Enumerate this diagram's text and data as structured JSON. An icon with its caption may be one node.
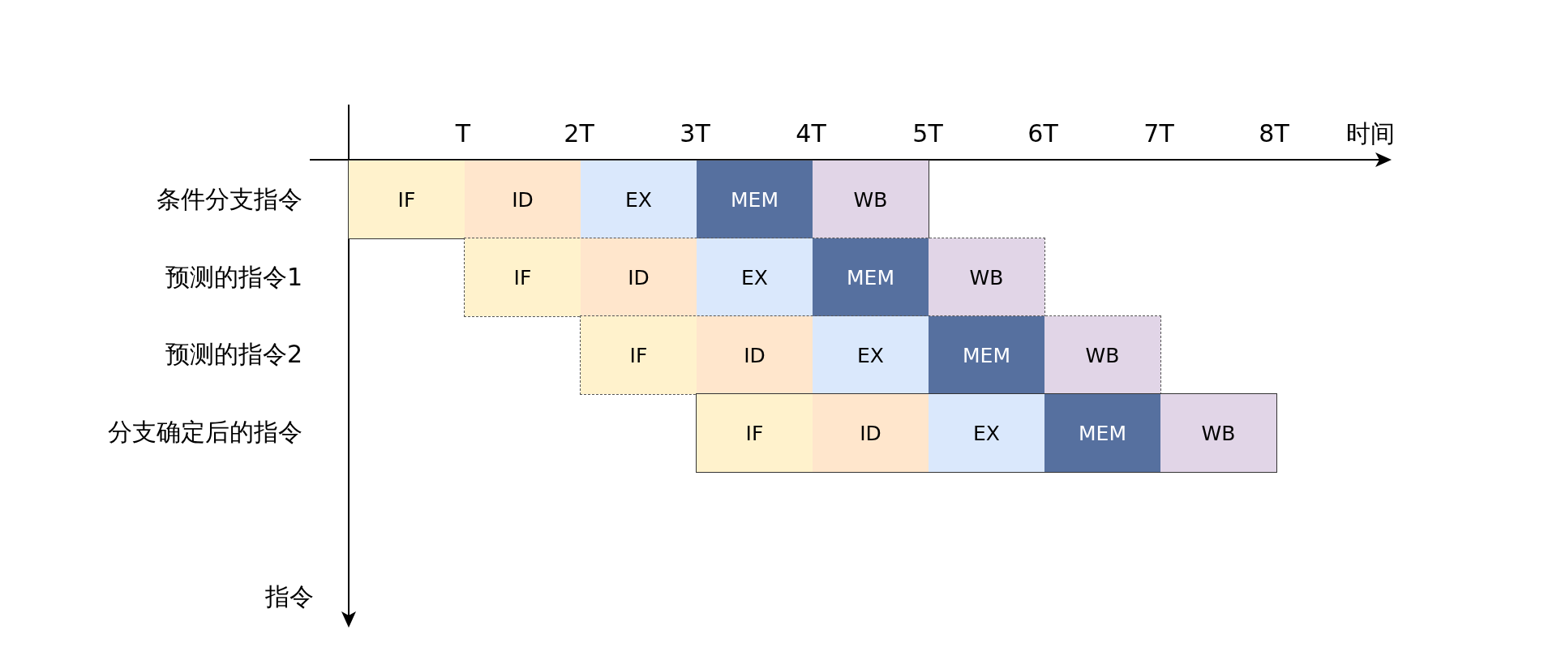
{
  "diagram": {
    "nodes": [
      {
        "text": [],
        "shape": "box"
      },
      {
        "text": [
          "IF"
        ],
        "in": 0
      },
      {
        "text": [
          "ID"
        ],
        "in": 0
      },
      {
        "text": [
          "EX"
        ],
        "in": 0
      },
      {
        "text": [
          "MEM"
        ],
        "in": 0
      },
      {
        "text": [
          "WB"
        ],
        "in": 0
      },
      {
        "text": [],
        "shape": "box"
      },
      {
        "text": [
          "IF"
        ],
        "in": 6
      },
      {
        "text": [
          "ID"
        ],
        "in": 6
      },
      {
        "text": [
          "EX"
        ],
        "in": 6
      },
      {
        "text": [
          "MEM"
        ],
        "in": 6
      },
      {
        "text": [
          "WB"
        ],
        "in": 6
      },
      {
        "text": [],
        "shape": "box"
      },
      {
        "text": [
          "IF"
        ],
        "in": 12
      },
      {
        "text": [
          "ID"
        ],
        "in": 12
      },
      {
        "text": [
          "EX"
        ],
        "in": 12
      },
      {
        "text": [
          "MEM"
        ],
        "in": 12
      },
      {
        "text": [
          "WB"
        ],
        "in": 12
      },
      {
        "text": [],
        "shape": "box"
      },
      {
        "text": [
          "IF"
        ],
        "in": 18
      },
      {
        "text": [
          "ID"
        ],
        "in": 18
      },
      {
        "text": [
          "EX"
        ],
        "in": 18
      },
      {
        "text": [
          "MEM"
        ],
        "in": 18
      },
      {
        "text": [
          "WB"
        ],
        "in": 18
      }
    ],
    "edges": [],
    "labels": [
      "T",
      "2T",
      "3T",
      "4T",
      "5T",
      "6T",
      "7T",
      "8T",
      "时间",
      "条件分支指令",
      "预测的指令1",
      "预测的指令2",
      "分支确定后的指令",
      "指令"
    ]
  }
}
